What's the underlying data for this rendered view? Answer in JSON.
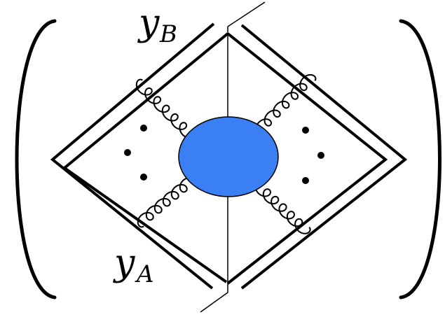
{
  "labels": {
    "top": {
      "main": "y",
      "sub": "B"
    },
    "bottom": {
      "main": "y",
      "sub": "A"
    }
  },
  "colors": {
    "blob_fill": "#3b7ff5",
    "blob_stroke": "#000000",
    "line": "#000000"
  }
}
